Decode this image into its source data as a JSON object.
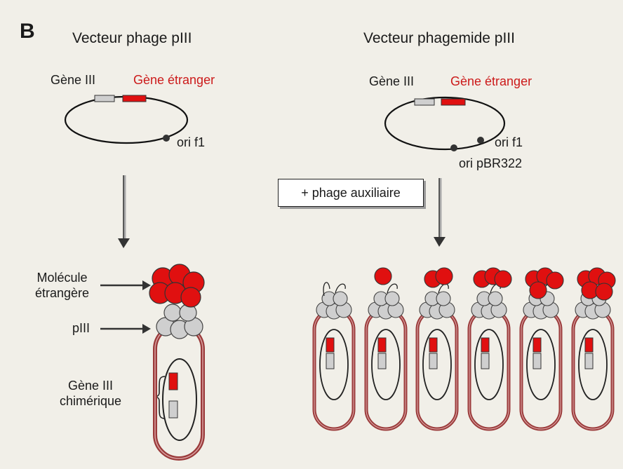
{
  "panel_letter": "B",
  "left": {
    "title": "Vecteur phage pIII",
    "gene3_label": "Gène III",
    "foreign_label": "Gène étranger",
    "ori_f1_label": "ori f1",
    "molecule_label": "Molécule\nétrangère",
    "piii_label": "pIII",
    "chimeric_label": "Gène III\nchimérique"
  },
  "right": {
    "title": "Vecteur phagemide pIII",
    "gene3_label": "Gène III",
    "foreign_label": "Gène étranger",
    "ori_f1_label": "ori f1",
    "ori_pbr_label": "ori pBR322",
    "helper_label": "+ phage auxiliaire",
    "phage_count": 6
  },
  "colors": {
    "red": "#e01010",
    "grey": "#cfcfcf",
    "capsid": "#9a3a3a",
    "text_red": "#cc1a1a"
  }
}
